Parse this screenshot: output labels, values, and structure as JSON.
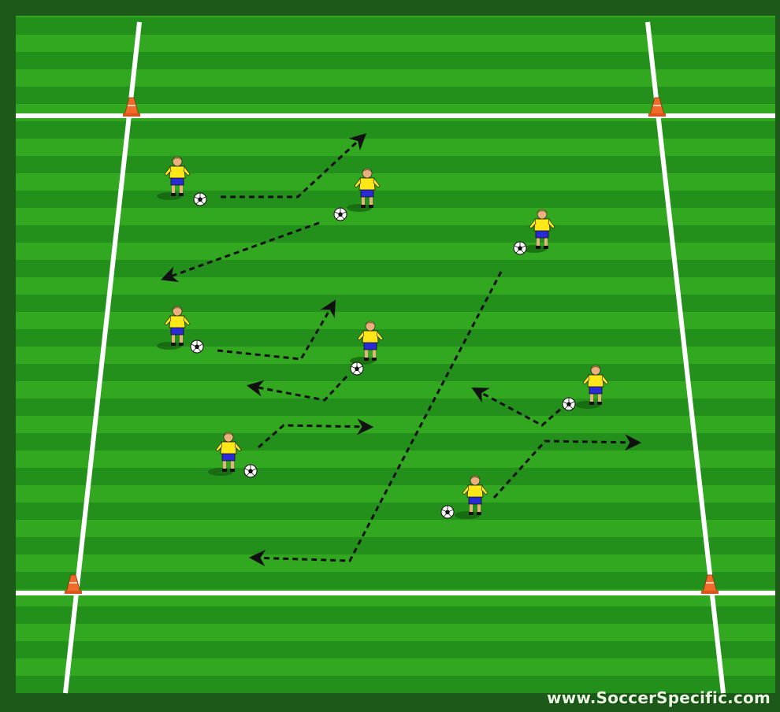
{
  "diagram": {
    "type": "soccer-drill-field",
    "colors": {
      "border": "#1d5a1a",
      "grass_light": "#2ea21c",
      "grass_dark": "#1f8a14",
      "lines": "#ffffff",
      "cone": "#f26a2a",
      "jersey": "#ffe818",
      "shorts": "#2a2ad6",
      "skin": "#e9b27c",
      "hair": "#7a4a1e",
      "arrow": "#111111"
    },
    "players_count": 8,
    "balls_count": 8,
    "cones_count": 4,
    "watermark": "www.SoccerSpecific.com"
  }
}
